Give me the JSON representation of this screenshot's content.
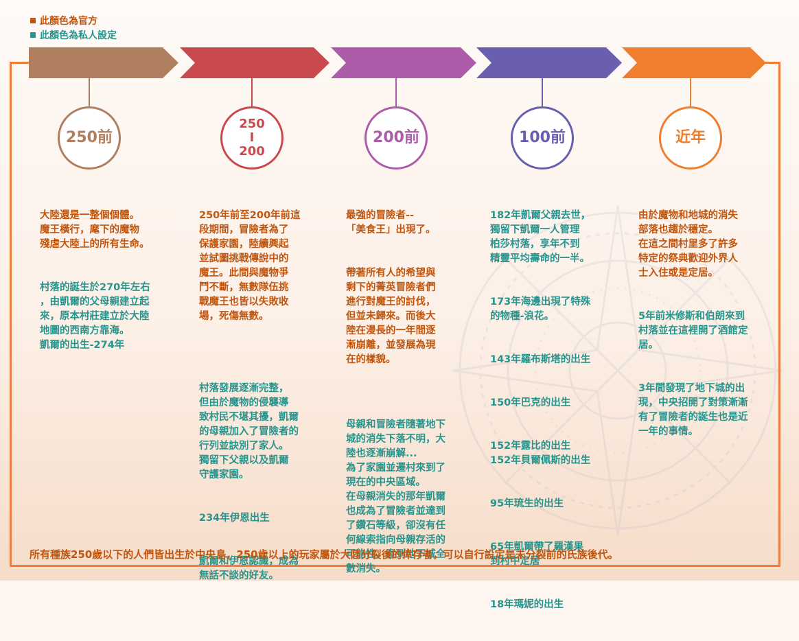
{
  "legend": {
    "official": "此顏色為官方",
    "private": "此顏色為私人設定"
  },
  "colors": {
    "official_text": "#c0560f",
    "private_text": "#27948d",
    "frame": "#ef7e3c",
    "periods": [
      "#b07f5f",
      "#c9494f",
      "#ad5ca9",
      "#6a5eaf",
      "#ef7e2e"
    ]
  },
  "periods": [
    {
      "label": "250前",
      "paragraphs": [
        {
          "type": "official",
          "text": "大陸還是一整個個體。\n魔王橫行，麾下的魔物\n殘虐大陸上的所有生命。"
        },
        {
          "type": "private",
          "text": "村落的誕生於270年左右\n，由凱爾的父母親建立起\n來，原本村莊建立於大陸\n地圖的西南方靠海。\n凱爾的出生-274年"
        }
      ]
    },
    {
      "label_lines": [
        "250",
        "I",
        "200"
      ],
      "paragraphs": [
        {
          "type": "official",
          "text": "250年前至200年前這\n段期間，冒險者為了\n保護家園，陸續興起\n並試圖挑戰傳說中的\n魔王。此間與魔物爭\n鬥不斷，無數隊伍挑\n戰魔王也皆以失敗收\n場，死傷無數。"
        },
        {
          "type": "private",
          "text": "村落發展逐漸完整，\n但由於魔物的侵襲導\n致村民不堪其擾，凱爾\n的母親加入了冒險者的\n行列並訣別了家人。\n獨留下父親以及凱爾\n守護家園。"
        },
        {
          "type": "private",
          "text": "234年伊恩出生"
        },
        {
          "type": "private",
          "text": "凱爾和伊恩認識，成為\n無話不談的好友。"
        }
      ]
    },
    {
      "label": "200前",
      "paragraphs": [
        {
          "type": "official",
          "text": "最強的冒險者--\n「美食王」出現了。"
        },
        {
          "type": "official",
          "text": "帶著所有人的希望與\n剩下的菁英冒險者們\n進行對魔王的討伐，\n但並未歸來。而後大\n陸在漫長的一年間逐\n漸崩離，並發展為現\n在的樣貌。"
        },
        {
          "type": "private",
          "text": "母親和冒險者隨著地下\n城的消失下落不明，大\n陸也逐漸崩解...\n為了家園並遷村來到了\n現在的中央區域。\n在母親消失的那年凱爾\n也成為了冒險者並達到\n了鑽石等級，卻沒有任\n何線索指向母親存活的\n可能性，直到地下城全\n數消失。"
        }
      ]
    },
    {
      "label": "100前",
      "paragraphs": [
        {
          "type": "private",
          "text": "182年凱爾父親去世，\n獨留下凱爾一人管理\n柏莎村落，享年不到\n精靈平均壽命的一半。"
        },
        {
          "type": "private",
          "text": "173年海邊出現了特殊\n的物種-浪花。"
        },
        {
          "type": "private",
          "text": "143年羅布斯塔的出生"
        },
        {
          "type": "private",
          "text": "150年巴克的出生"
        },
        {
          "type": "private",
          "text": "152年露比的出生\n152年貝爾佩斯的出生"
        },
        {
          "type": "private",
          "text": "95年琉生的出生"
        },
        {
          "type": "private",
          "text": "65年凱爾帶了羅漢果\n到村中定居"
        },
        {
          "type": "private",
          "text": "18年瑪妮的出生"
        }
      ]
    },
    {
      "label": "近年",
      "paragraphs": [
        {
          "type": "official",
          "text": "由於魔物和地城的消失\n部落也趨於穩定。\n在這之間村里多了許多\n特定的祭典歡迎外界人\n士入住或是定居。"
        },
        {
          "type": "private",
          "text": "5年前米修斯和伯朗來到\n村落並在這裡開了酒館定\n居。"
        },
        {
          "type": "private",
          "text": "3年間發現了地下城的出\n現，中央招開了對策漸漸\n有了冒險者的誕生也是近\n一年的事情。"
        }
      ]
    }
  ],
  "footer": "所有種族250歲以下的人們皆出生於中央島，250歲以上的玩家屬於大陸分裂後的倖存者，可以自行設定是未分裂前的氏族後代。"
}
